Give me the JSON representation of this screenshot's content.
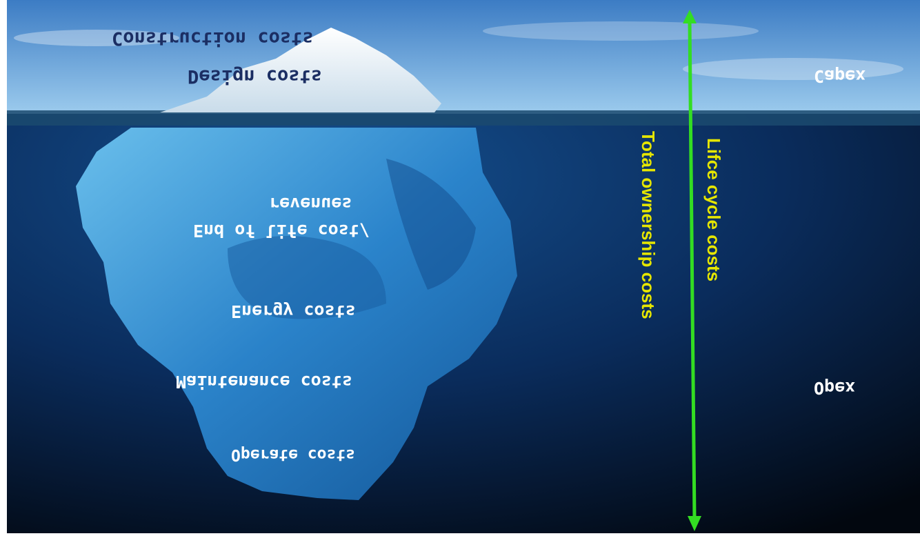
{
  "sky_labels": {
    "construction": "Construction costs",
    "design": "Design costs",
    "capex": "Capex"
  },
  "underwater_labels": {
    "end_of_life_line1": "End of life cost/",
    "end_of_life_line2": "revenues",
    "energy": "Energy costs",
    "maintenance": "Maintenance costs",
    "operate": "Operate costs",
    "opex": "Opex"
  },
  "vertical_labels": {
    "total_ownership": "Total ownership costs",
    "life_cycle": "Lifce cycle costs"
  },
  "colors": {
    "sky_top": "#3f7fc6",
    "sky_bottom": "#a9d1ef",
    "sea_top": "#0e3f78",
    "sea_bottom": "#040a1a",
    "arrow": "#33dd22",
    "vertical_text": "#e6e600"
  }
}
